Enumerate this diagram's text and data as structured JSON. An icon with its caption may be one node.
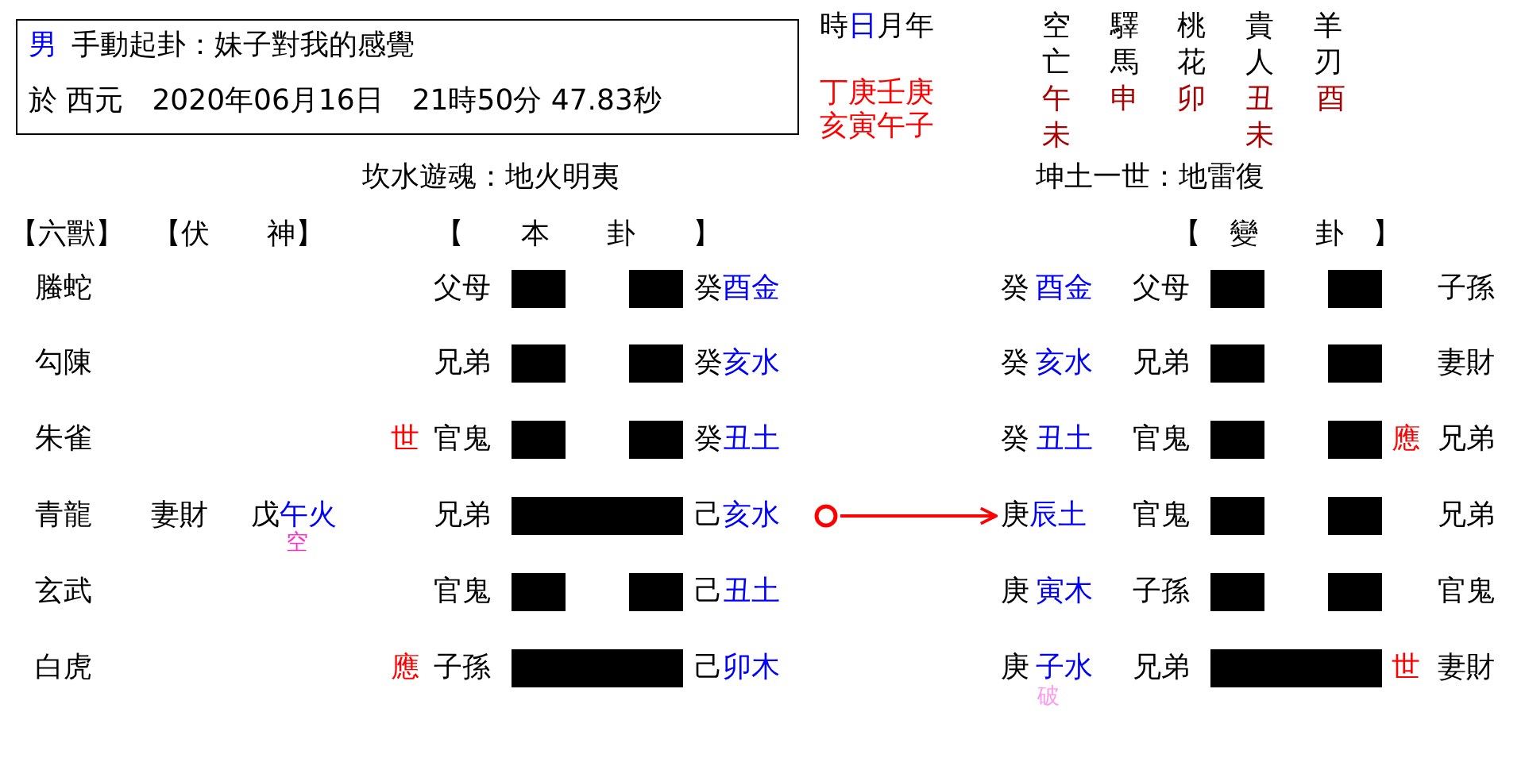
{
  "diagram": {
    "nodes": [
      {
        "text": [
          "男",
          "手動起卦：妹子對我的感覺",
          "於 西元　2020年06月16日　21時50分 47.83秒"
        ]
      },
      {
        "text": [],
        "shape": "circle"
      },
      {
        "text": [
          "庚",
          "辰土"
        ]
      }
    ],
    "edges": [
      {
        "from": 1,
        "to": 2,
        "arrow": "to",
        "color": "#ff0000"
      }
    ],
    "labels": [
      "時",
      "日",
      "月年",
      "空亡",
      "驛馬",
      "桃花",
      "貴人",
      "羊刃",
      "丁庚壬庚",
      "亥寅午子",
      "午未",
      "申",
      "卯",
      "丑未",
      "酉",
      "坎水遊魂：地火明夷",
      "坤土一世：地雷復",
      "【六獸】",
      "【伏　　神】",
      "【　　本　　卦　　】",
      "【　變　　卦　】",
      "螣蛇",
      "父母",
      "癸",
      "酉金",
      "癸",
      "酉金",
      "父母",
      "子孫",
      "勾陳",
      "兄弟",
      "癸",
      "亥水",
      "癸",
      "亥水",
      "兄弟",
      "妻財",
      "朱雀",
      "世",
      "官鬼",
      "癸",
      "丑土",
      "癸",
      "丑土",
      "官鬼",
      "應",
      "兄弟",
      "青龍",
      "妻財",
      "戊",
      "午火",
      "兄弟",
      "己",
      "亥水",
      "官鬼",
      "兄弟",
      "空",
      "玄武",
      "官鬼",
      "己",
      "丑土",
      "庚",
      "寅木",
      "子孫",
      "官鬼",
      "白虎",
      "應",
      "子孫",
      "己",
      "卯木",
      "庚",
      "子水",
      "兄弟",
      "世",
      "妻財",
      "破"
    ]
  }
}
